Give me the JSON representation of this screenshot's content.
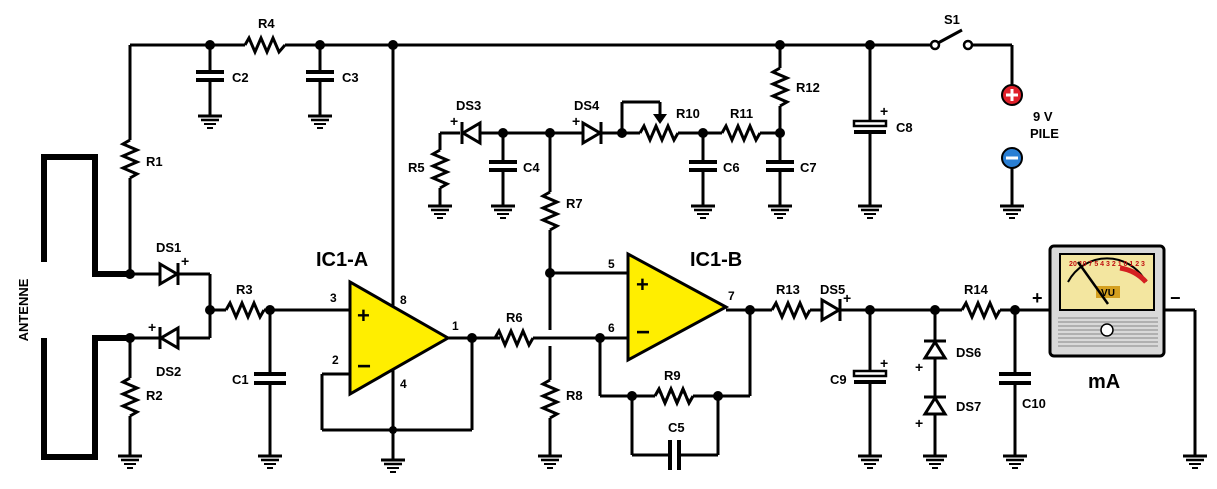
{
  "labels": {
    "antenna": "ANTENNE",
    "r1": "R1",
    "r2": "R2",
    "r3": "R3",
    "r4": "R4",
    "r5": "R5",
    "r6": "R6",
    "r7": "R7",
    "r8": "R8",
    "r9": "R9",
    "r10": "R10",
    "r11": "R11",
    "r12": "R12",
    "r13": "R13",
    "r14": "R14",
    "c1": "C1",
    "c2": "C2",
    "c3": "C3",
    "c4": "C4",
    "c5": "C5",
    "c6": "C6",
    "c7": "C7",
    "c8": "C8",
    "c9": "C9",
    "c10": "C10",
    "ds1": "DS1",
    "ds2": "DS2",
    "ds3": "DS3",
    "ds4": "DS4",
    "ds5": "DS5",
    "ds6": "DS6",
    "ds7": "DS7",
    "s1": "S1",
    "ic1a": "IC1-A",
    "ic1b": "IC1-B",
    "battery_v": "9 V",
    "battery_pile": "PILE",
    "meter": "mA",
    "meter_face_vu": "VU",
    "meter_scale": "20 10 7  5 4 3  2 1 0 1 2 3",
    "plus": "+",
    "minus": "−"
  },
  "pins": {
    "a_plus": "3",
    "a_minus": "2",
    "a_out": "1",
    "a_vcc": "8",
    "a_gnd": "4",
    "b_plus": "5",
    "b_minus": "6",
    "b_out": "7"
  },
  "opamp_signs": {
    "plus": "+",
    "minus": "−"
  },
  "colors": {
    "opamp_fill": "#ffee00",
    "battery_plus": "#e0202a",
    "battery_minus": "#2a7fd4",
    "meter_body": "#d9d9d9",
    "meter_face": "#f3e6a0"
  }
}
